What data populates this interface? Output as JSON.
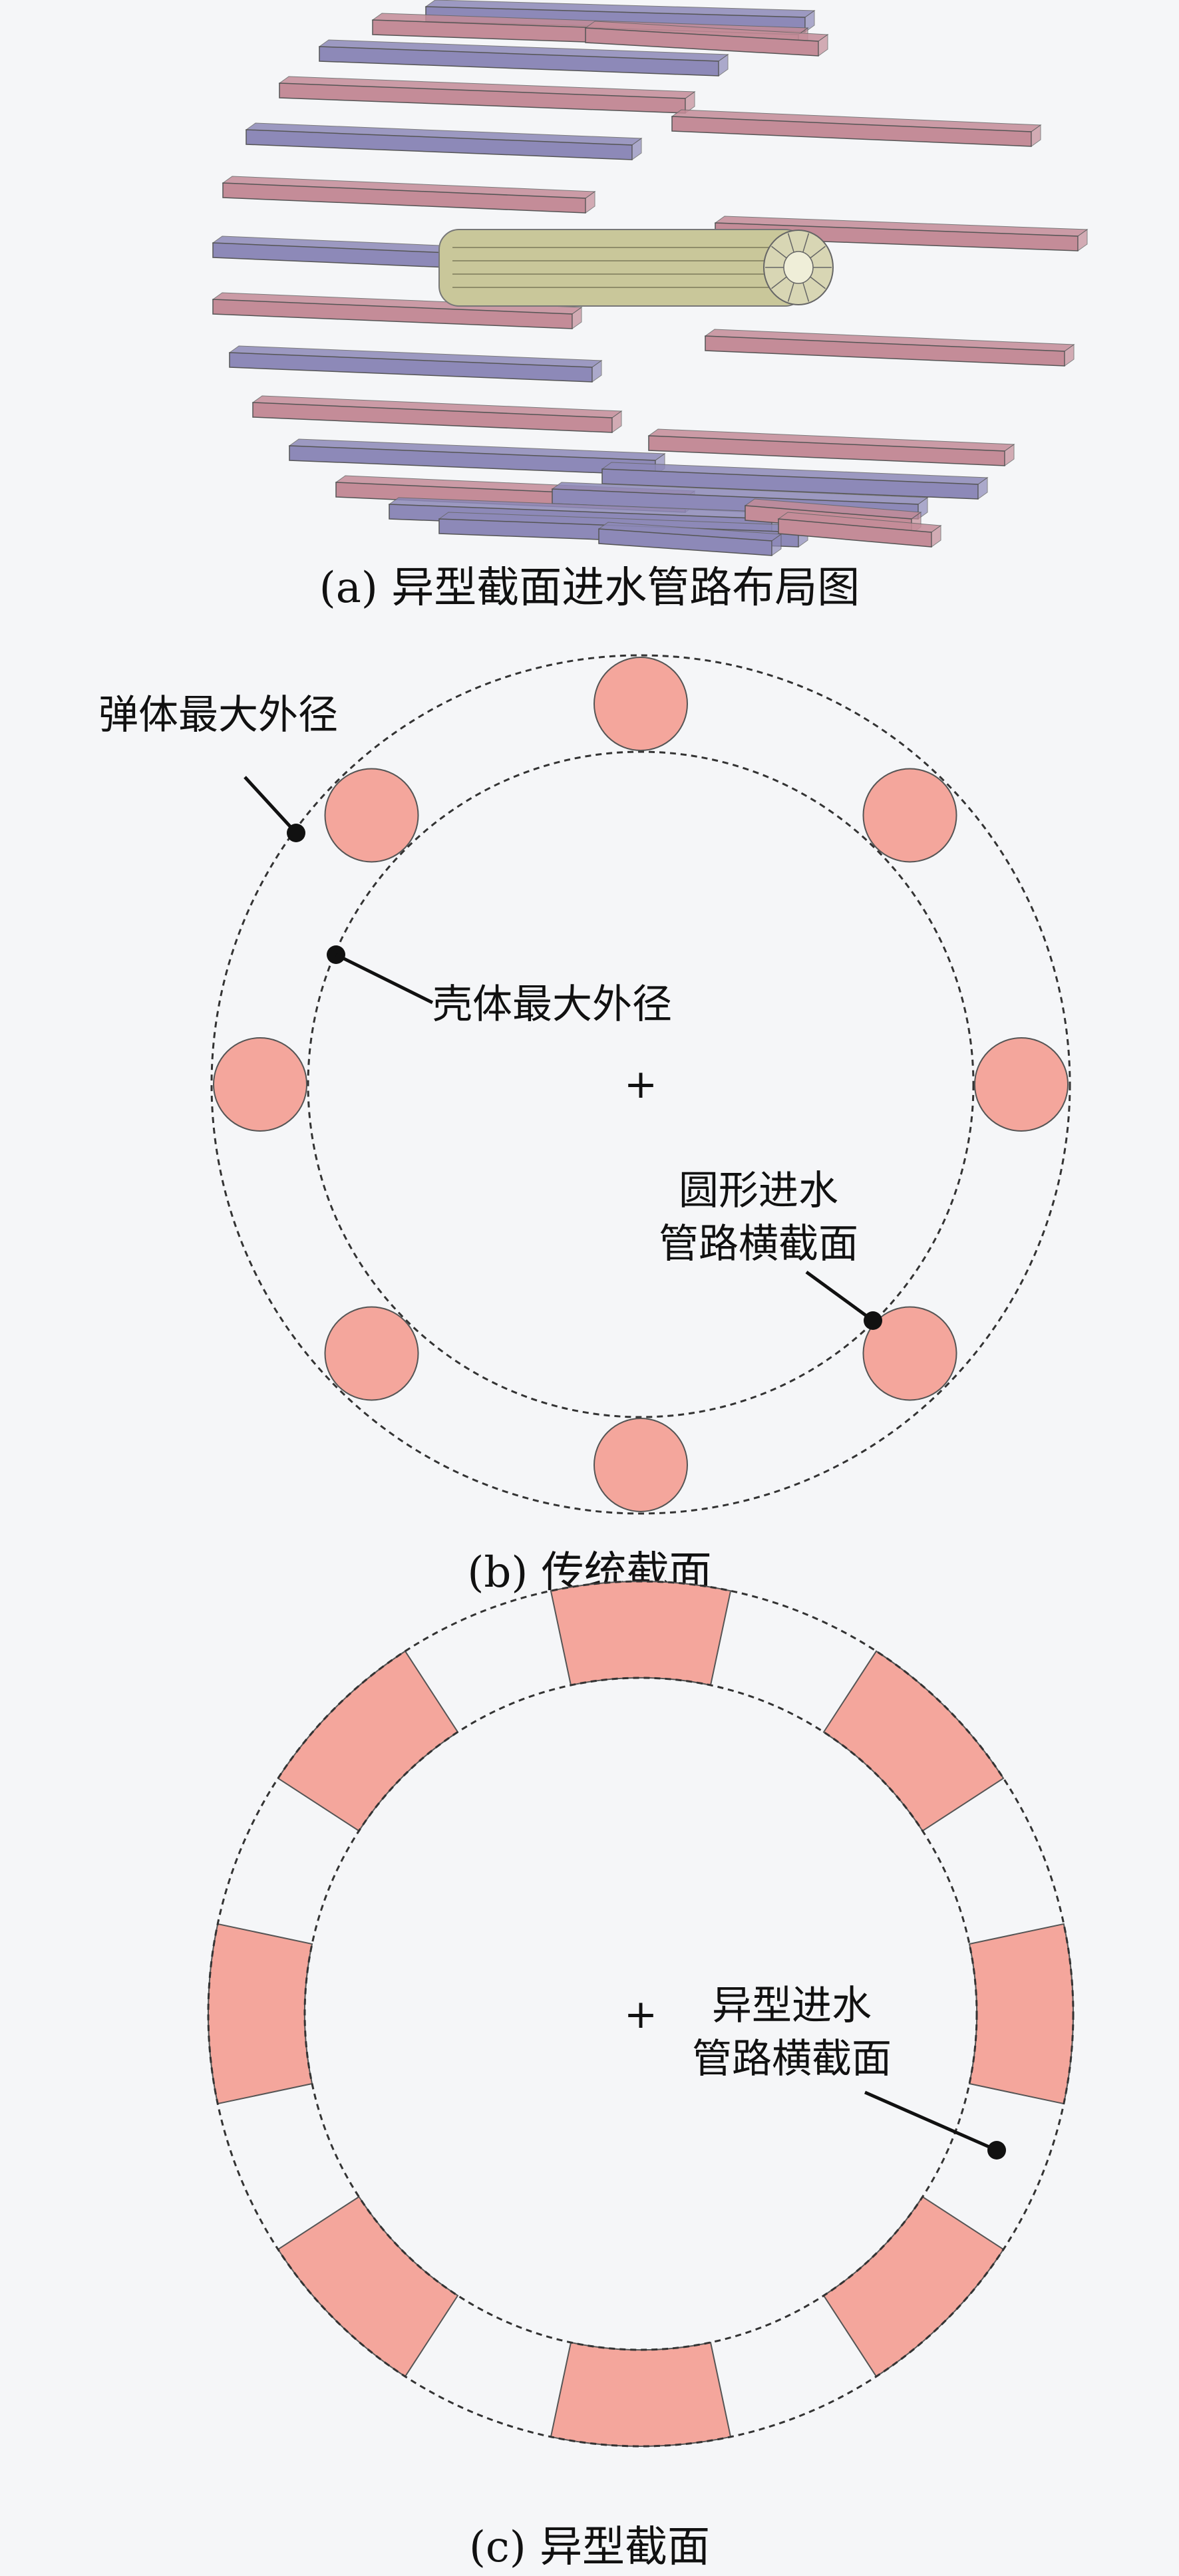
{
  "colors": {
    "background": "#f5f6f8",
    "section_fill": "#f4a69c",
    "section_stroke": "#555555",
    "pipe_red": "#c48c98",
    "pipe_blue": "#8d89b8",
    "core_yellow": "#c9c79a"
  },
  "panel_a": {
    "caption": "(a) 异型截面进水管路布局图",
    "pipe_count": 24,
    "core_label": ""
  },
  "panel_b": {
    "caption": "(b) 传统截面",
    "label_outer": "弹体最大外径",
    "label_inner": "壳体最大外径",
    "label_pipe_line1": "圆形进水",
    "label_pipe_line2": "管路横截面",
    "center_mark": "+",
    "circle_count": 8
  },
  "panel_c": {
    "caption": "(c) 异型截面",
    "label_pipe_line1": "异型进水",
    "label_pipe_line2": "管路横截面",
    "center_mark": "+",
    "segment_count": 8
  }
}
